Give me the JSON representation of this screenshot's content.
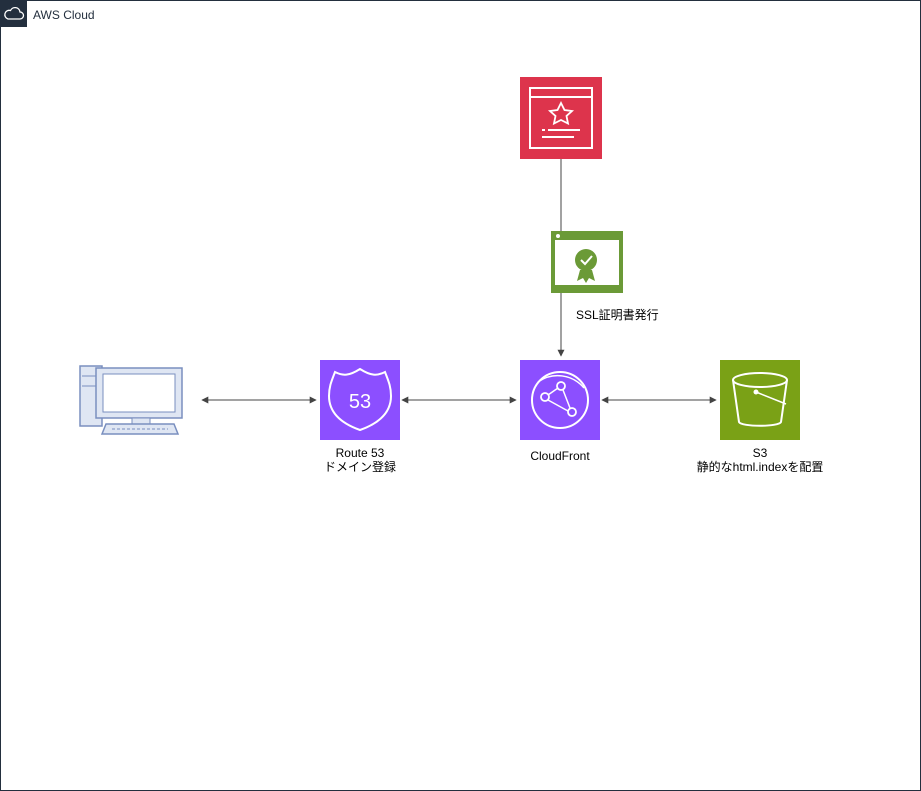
{
  "frame": {
    "title": "AWS Cloud",
    "border_color": "#232F3E",
    "icon": "cloud-icon"
  },
  "nodes": {
    "client": {
      "icon": "desktop-computer-icon"
    },
    "route53": {
      "icon": "route53-icon",
      "line1": "Route 53",
      "line2": "ドメイン登録",
      "color": "#8C4FFF"
    },
    "cloudfront": {
      "icon": "cloudfront-icon",
      "line1": "CloudFront",
      "color": "#8C4FFF"
    },
    "s3": {
      "icon": "s3-bucket-icon",
      "line1": "S3",
      "line2": "静的なhtml.indexを配置",
      "color": "#7AA116"
    },
    "acm": {
      "icon": "certificate-manager-icon",
      "color": "#DD344C"
    },
    "certificate": {
      "icon": "ssl-certificate-icon",
      "label": "SSL証明書発行",
      "color": "#6B9A37"
    }
  },
  "edges": [
    {
      "from": "client",
      "to": "route53",
      "bidirectional": true
    },
    {
      "from": "route53",
      "to": "cloudfront",
      "bidirectional": true
    },
    {
      "from": "cloudfront",
      "to": "s3",
      "bidirectional": true
    },
    {
      "from": "acm",
      "to": "cloudfront",
      "bidirectional": false
    }
  ]
}
